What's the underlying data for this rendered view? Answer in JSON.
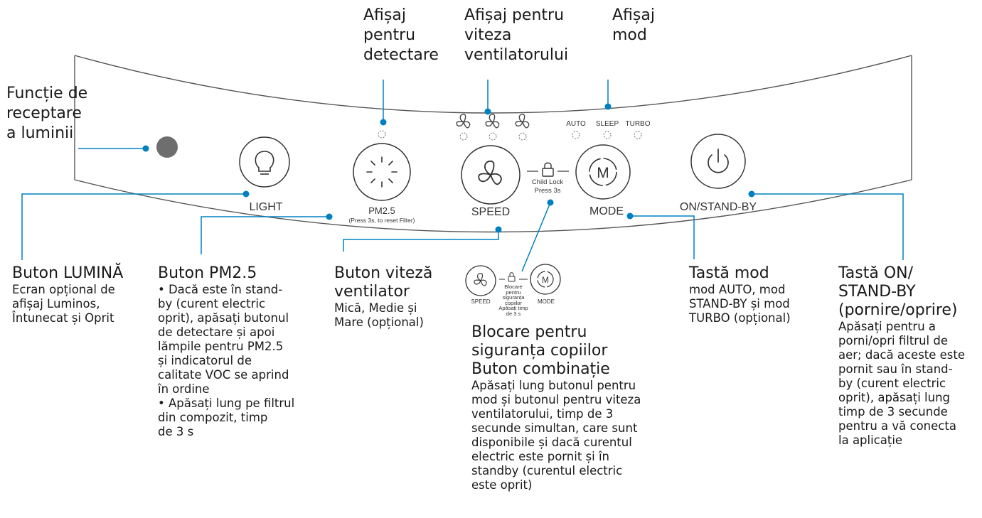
{
  "colors": {
    "accent": "#0080c0",
    "panel_stroke": "#555555",
    "text": "#1a1a1a",
    "sensor": "#6e6e6e"
  },
  "top_labels": {
    "detection": [
      "Afișaj",
      "pentru",
      "detectare"
    ],
    "fan_speed": [
      "Afișaj pentru",
      "viteza",
      "ventilatorului"
    ],
    "mode": [
      "Afișaj",
      "mod"
    ]
  },
  "light_sensor": {
    "title": [
      "Funcție de",
      "receptare",
      "a luminii"
    ]
  },
  "panel": {
    "light_label": "LIGHT",
    "pm25_label": "PM2.5",
    "pm25_sub": "(Press 3s, to reset Filter)",
    "speed_label": "SPEED",
    "child_lock_line1": "Child Lock",
    "child_lock_line2": "Press 3s",
    "mode_label": "MODE",
    "mode_indicators": [
      "AUTO",
      "SLEEP",
      "TURBO"
    ],
    "power_label": "ON/STAND-BY"
  },
  "mini_panel": {
    "speed_label": "SPEED",
    "mode_label": "MODE",
    "lock_text": [
      "Blocare",
      "pentru",
      "siguranța",
      "copiilor",
      "Apăsați timp",
      "de 3 s"
    ]
  },
  "callouts": {
    "light": {
      "title": "Buton LUMINĂ",
      "text": [
        "Ecran opțional de",
        "afișaj Luminos,",
        "Întunecat și Oprit"
      ]
    },
    "pm25": {
      "title": "Buton PM2.5",
      "text": [
        "• Dacă este în stand-",
        "by (curent electric",
        "oprit), apăsați butonul",
        "de detectare și apoi",
        "lămpile pentru PM2.5",
        "și indicatorul de",
        "calitate VOC se aprind",
        "în ordine",
        "• Apăsați lung pe filtrul",
        "din compozit, timp",
        "de 3 s"
      ]
    },
    "fan": {
      "title": [
        "Buton viteză",
        "ventilator"
      ],
      "text": [
        "Mică, Medie și",
        "Mare (opțional)"
      ]
    },
    "child_lock": {
      "title": [
        "Blocare pentru",
        "siguranța copiilor",
        "Buton combinație"
      ],
      "text": [
        "Apăsați lung butonul pentru",
        "mod și butonul pentru viteza",
        "ventilatorului, timp de 3",
        "secunde simultan, care sunt",
        "disponibile și dacă curentul",
        "electric este pornit și în",
        "standby (curentul electric",
        "este oprit)"
      ]
    },
    "mode": {
      "title": "Tastă mod",
      "text": [
        "mod AUTO, mod",
        "STAND-BY și mod",
        "TURBO (opțional)"
      ]
    },
    "power": {
      "title": [
        "Tastă ON/",
        "STAND-BY",
        "(pornire/oprire)"
      ],
      "text": [
        "Apăsați pentru a",
        "porni/opri filtrul de",
        "aer; dacă aceste este",
        "pornit sau în stand-",
        "by (curent electric",
        "oprit), apăsați lung",
        "timp de 3 secunde",
        "pentru a vă conecta",
        "la aplicație"
      ]
    }
  }
}
